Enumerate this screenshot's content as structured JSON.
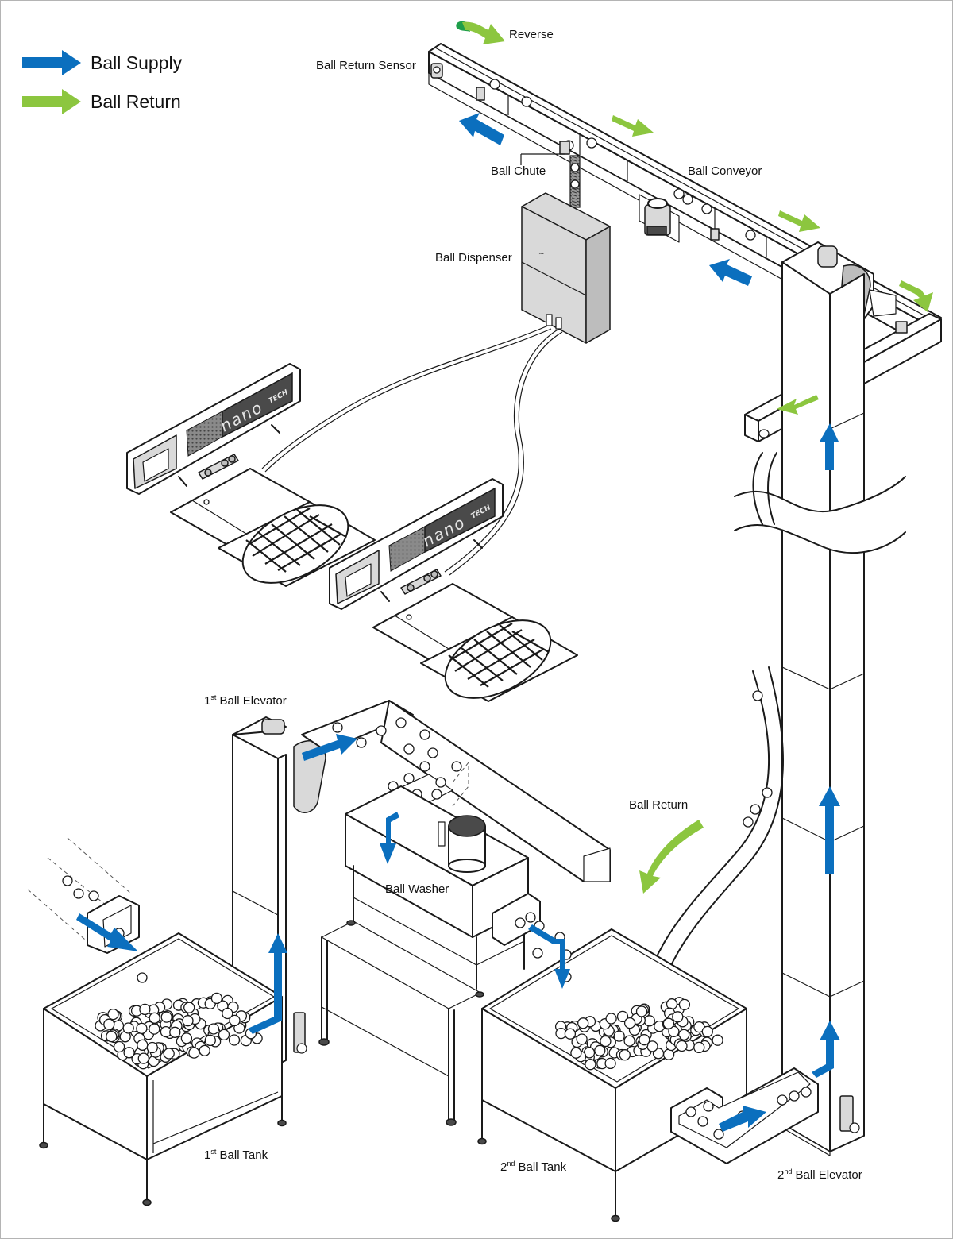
{
  "diagram": {
    "title": "Golf ball supply and return system",
    "colors": {
      "ball_supply": "#0b6fbe",
      "ball_return": "#8cc63f",
      "reverse_dark": "#1e9e4a",
      "line": "#1a1a1a",
      "panel_gray": "#d9d9d9",
      "frame_border": "#b4b4b4"
    },
    "legend": [
      {
        "key": "supply",
        "label": "Ball Supply",
        "color": "#0b6fbe",
        "icon": "arrow-right-icon"
      },
      {
        "key": "return",
        "label": "Ball Return",
        "color": "#8cc63f",
        "icon": "arrow-right-icon"
      }
    ],
    "labels": {
      "reverse": "Reverse",
      "ball_return_sensor": "Ball Return Sensor",
      "ball_chute": "Ball Chute",
      "ball_conveyor": "Ball Conveyor",
      "ball_dispenser": "Ball Dispenser",
      "first_ball_elevator": {
        "ordinal": "1",
        "suffix": "st",
        "text": " Ball Elevator"
      },
      "ball_washer": "Ball Washer",
      "ball_return": "Ball Return",
      "first_ball_tank": {
        "ordinal": "1",
        "suffix": "st",
        "text": " Ball Tank"
      },
      "second_ball_tank": {
        "ordinal": "2",
        "suffix": "nd",
        "text": " Ball Tank"
      },
      "second_ball_elevator": {
        "ordinal": "2",
        "suffix": "nd",
        "text": " Ball Elevator"
      }
    },
    "hitting_stations": [
      {
        "brand_main": "nano",
        "brand_sub": "TECH"
      },
      {
        "brand_main": "nano",
        "brand_sub": "TECH"
      }
    ],
    "flow_arrows": {
      "supply": [
        "conveyor-to-dispenser",
        "conveyor-inbound",
        "elevator2-up-top",
        "elevator2-up-mid",
        "elevator2-up-low",
        "tank2-to-elevator2",
        "tank1-to-elevator1",
        "elevator1-to-washer-chute",
        "washer-down",
        "washer-to-tank2",
        "range-to-tank1"
      ],
      "return": [
        "reverse",
        "conveyor-out-1",
        "conveyor-out-2",
        "conveyor-turn",
        "return-chute-out",
        "ball-return-curve"
      ]
    }
  }
}
